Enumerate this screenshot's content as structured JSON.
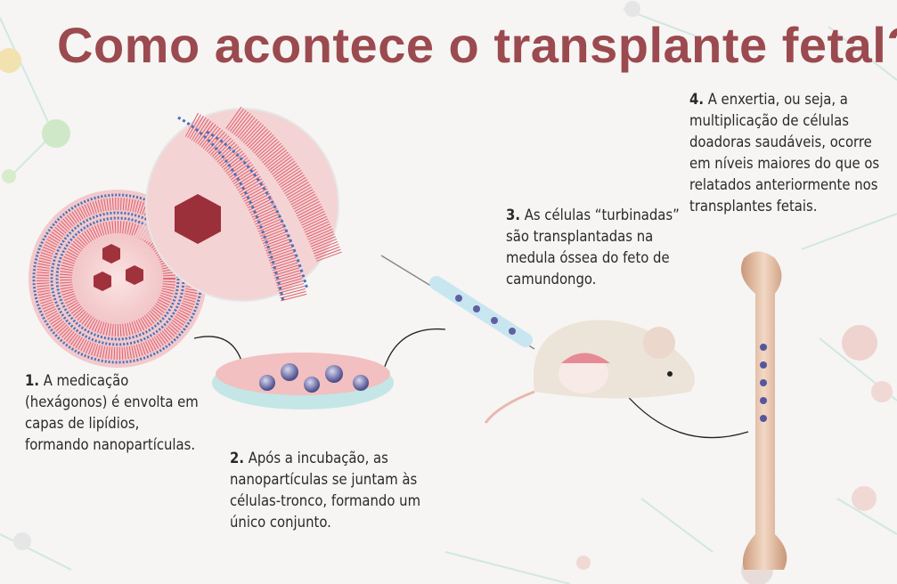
{
  "title": "Como acontece o transplante fetal?",
  "steps": [
    {
      "number": "1.",
      "lines": [
        "A medicação",
        "(hexágonos) é envolta em",
        "capas de lipídios,",
        "formando nanopartículas."
      ]
    },
    {
      "number": "2.",
      "lines": [
        "Após a incubação, as",
        "nanopartículas se juntam às",
        "células-tronco, formando um",
        "único conjunto."
      ]
    },
    {
      "number": "3.",
      "lines": [
        "As células “turbinadas”",
        "são transplantadas na",
        "medula óssea do feto de",
        "camundongo."
      ]
    },
    {
      "number": "4.",
      "lines": [
        "A enxertia, ou seja, a",
        "multiplicação de células",
        "doadoras saudáveis, ocorre",
        "em níveis maiores do que os",
        "relatados anteriormente nos",
        "transplantes fetais."
      ]
    }
  ],
  "colors": {
    "title": "#9b4a4f",
    "lipid_red": "#e0606e",
    "lipid_blue": "#4a72b8",
    "dish": "#bfe3e3",
    "bone": "#e2bda0"
  }
}
